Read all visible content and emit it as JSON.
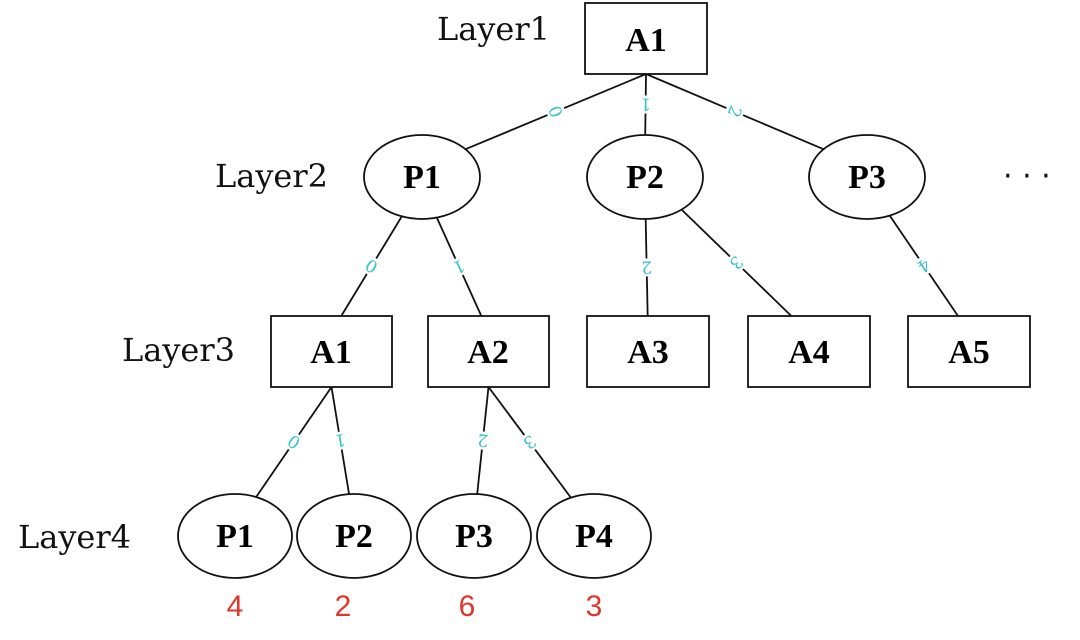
{
  "layers": [
    "Layer1",
    "Layer2",
    "Layer3",
    "Layer4"
  ],
  "nodes": {
    "l1_a1": {
      "label": "A1",
      "shape": "rect"
    },
    "l2_p1": {
      "label": "P1",
      "shape": "ellipse"
    },
    "l2_p2": {
      "label": "P2",
      "shape": "ellipse"
    },
    "l2_p3": {
      "label": "P3",
      "shape": "ellipse"
    },
    "l3_a1": {
      "label": "A1",
      "shape": "rect"
    },
    "l3_a2": {
      "label": "A2",
      "shape": "rect"
    },
    "l3_a3": {
      "label": "A3",
      "shape": "rect"
    },
    "l3_a4": {
      "label": "A4",
      "shape": "rect"
    },
    "l3_a5": {
      "label": "A5",
      "shape": "rect"
    },
    "l4_p1": {
      "label": "P1",
      "shape": "ellipse",
      "value": "4"
    },
    "l4_p2": {
      "label": "P2",
      "shape": "ellipse",
      "value": "2"
    },
    "l4_p3": {
      "label": "P3",
      "shape": "ellipse",
      "value": "6"
    },
    "l4_p4": {
      "label": "P4",
      "shape": "ellipse",
      "value": "3"
    }
  },
  "edges": [
    {
      "from": "l1_a1",
      "to": "l2_p1",
      "label": "0"
    },
    {
      "from": "l1_a1",
      "to": "l2_p2",
      "label": "1"
    },
    {
      "from": "l1_a1",
      "to": "l2_p3",
      "label": "2"
    },
    {
      "from": "l2_p1",
      "to": "l3_a1",
      "label": "0"
    },
    {
      "from": "l2_p1",
      "to": "l3_a2",
      "label": "1"
    },
    {
      "from": "l2_p2",
      "to": "l3_a3",
      "label": "2"
    },
    {
      "from": "l2_p2",
      "to": "l3_a4",
      "label": "3"
    },
    {
      "from": "l2_p3",
      "to": "l3_a5",
      "label": "4"
    },
    {
      "from": "l3_a1",
      "to": "l4_p1",
      "label": "0"
    },
    {
      "from": "l3_a1",
      "to": "l4_p2",
      "label": "1"
    },
    {
      "from": "l3_a2",
      "to": "l4_p3",
      "label": "2"
    },
    {
      "from": "l3_a2",
      "to": "l4_p4",
      "label": "3"
    }
  ],
  "ellipsis": "· · ·",
  "colors": {
    "edge_label": "#33c3c8",
    "value_label": "#e0352b",
    "stroke": "#111111"
  }
}
